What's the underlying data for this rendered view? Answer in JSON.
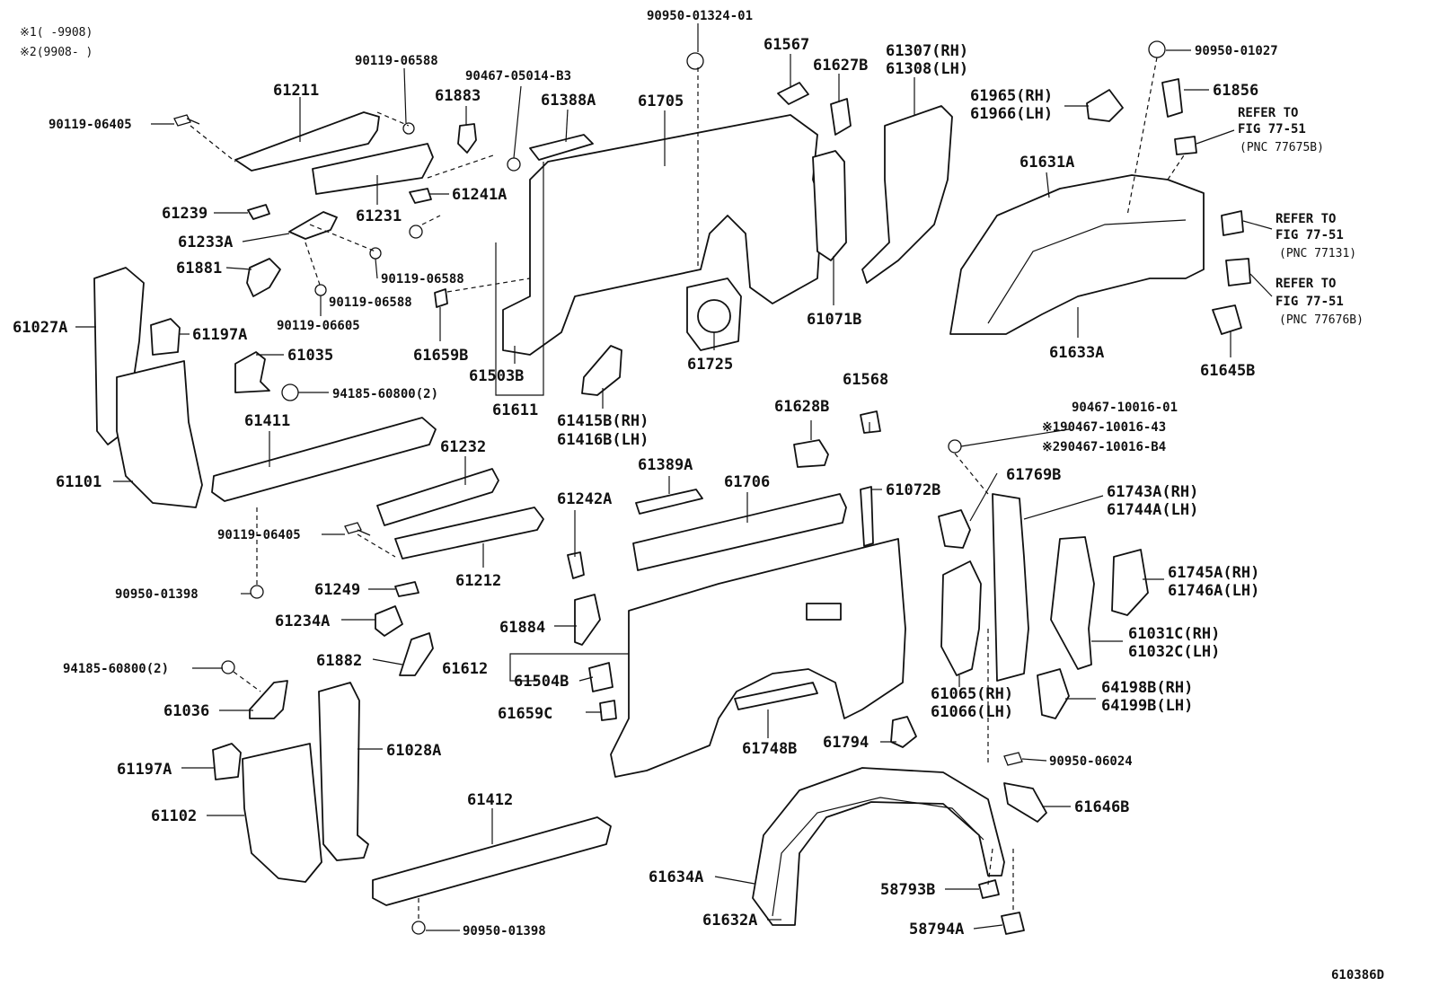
{
  "notes": {
    "note1": "※1(     -9908)",
    "note2": "※2(9908-     )"
  },
  "diagram_id": "610386D",
  "labels": {
    "p61211": "61211",
    "p90119_06588_a": "90119-06588",
    "p90467_05014": "90467-05014-B3",
    "p61883": "61883",
    "p61388A": "61388A",
    "p90950_01324": "90950-01324-01",
    "p61705": "61705",
    "p61567": "61567",
    "p61627B": "61627B",
    "p61307": "61307(RH)",
    "p61308": "61308(LH)",
    "p90950_01027": "90950-01027",
    "p61965": "61965(RH)",
    "p61966": "61966(LH)",
    "p61856": "61856",
    "refer1_a": "REFER TO",
    "refer1_b": "FIG 77-51",
    "refer1_c": "(PNC 77675B)",
    "p90119_06405_a": "90119-06405",
    "p61631A": "61631A",
    "p61239": "61239",
    "p61231": "61231",
    "p61241A": "61241A",
    "p61233A": "61233A",
    "refer2_a": "REFER TO",
    "refer2_b": "FIG 77-51",
    "refer2_c": "(PNC 77131)",
    "p61881": "61881",
    "p90119_06588_b": "90119-06588",
    "p90119_06588_c": "90119-06588",
    "refer3_a": "REFER TO",
    "refer3_b": "FIG 77-51",
    "refer3_c": "(PNC 77676B)",
    "p61027A": "61027A",
    "p61197A_a": "61197A",
    "p90119_06605": "90119-06605",
    "p61659B": "61659B",
    "p61071B": "61071B",
    "p61633A": "61633A",
    "p61035": "61035",
    "p61503B": "61503B",
    "p61725": "61725",
    "p61645B": "61645B",
    "p94185_60800_a": "94185-60800(2)",
    "p61611": "61611",
    "p61415B": "61415B(RH)",
    "p61416B": "61416B(LH)",
    "p61568": "61568",
    "p61628B": "61628B",
    "p90467_10016_01": "90467-10016-01",
    "p90467_10016_43": "※190467-10016-43",
    "p90467_10016_B4": "※290467-10016-B4",
    "p61411": "61411",
    "p61101": "61101",
    "p61232": "61232",
    "p61389A": "61389A",
    "p61706": "61706",
    "p61072B": "61072B",
    "p61769B": "61769B",
    "p61743A": "61743A(RH)",
    "p61744A": "61744A(LH)",
    "p61242A": "61242A",
    "p90119_06405_b": "90119-06405",
    "p61212": "61212",
    "p61745A": "61745A(RH)",
    "p61746A": "61746A(LH)",
    "p90950_01398_a": "90950-01398",
    "p61249": "61249",
    "p61234A": "61234A",
    "p61884": "61884",
    "p61031C": "61031C(RH)",
    "p61032C": "61032C(LH)",
    "p61882": "61882",
    "p61612": "61612",
    "p94185_60800_b": "94185-60800(2)",
    "p61504B": "61504B",
    "p61065": "61065(RH)",
    "p61066": "61066(LH)",
    "p64198B": "64198B(RH)",
    "p64199B": "64199B(LH)",
    "p61036": "61036",
    "p61659C": "61659C",
    "p61748B": "61748B",
    "p61794": "61794",
    "p61028A": "61028A",
    "p90950_06024": "90950-06024",
    "p61197A_b": "61197A",
    "p61102": "61102",
    "p61412": "61412",
    "p61646B": "61646B",
    "p61634A": "61634A",
    "p58793B": "58793B",
    "p61632A": "61632A",
    "p58794A": "58794A",
    "p90950_01398_b": "90950-01398"
  }
}
